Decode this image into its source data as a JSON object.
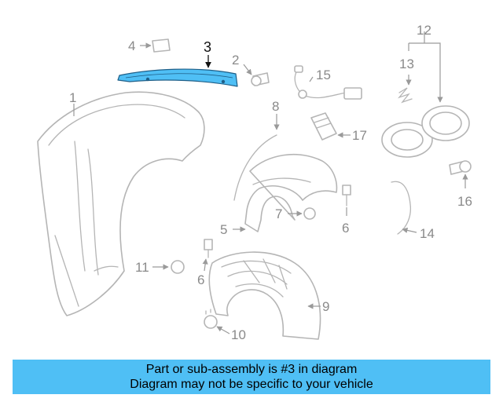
{
  "diagram": {
    "highlight_color": "#4fbff5",
    "callouts": [
      {
        "id": "1",
        "label": "1"
      },
      {
        "id": "2",
        "label": "2"
      },
      {
        "id": "3",
        "label": "3"
      },
      {
        "id": "4",
        "label": "4"
      },
      {
        "id": "5",
        "label": "5"
      },
      {
        "id": "6a",
        "label": "6"
      },
      {
        "id": "6b",
        "label": "6"
      },
      {
        "id": "7",
        "label": "7"
      },
      {
        "id": "8",
        "label": "8"
      },
      {
        "id": "9",
        "label": "9"
      },
      {
        "id": "10",
        "label": "10"
      },
      {
        "id": "11",
        "label": "11"
      },
      {
        "id": "12",
        "label": "12"
      },
      {
        "id": "13",
        "label": "13"
      },
      {
        "id": "14",
        "label": "14"
      },
      {
        "id": "15",
        "label": "15"
      },
      {
        "id": "16",
        "label": "16"
      },
      {
        "id": "17",
        "label": "17"
      }
    ]
  },
  "banner": {
    "line1": "Part or sub-assembly is #3 in diagram",
    "line2": "Diagram may not be specific to your vehicle",
    "background": "#4fbff5"
  }
}
